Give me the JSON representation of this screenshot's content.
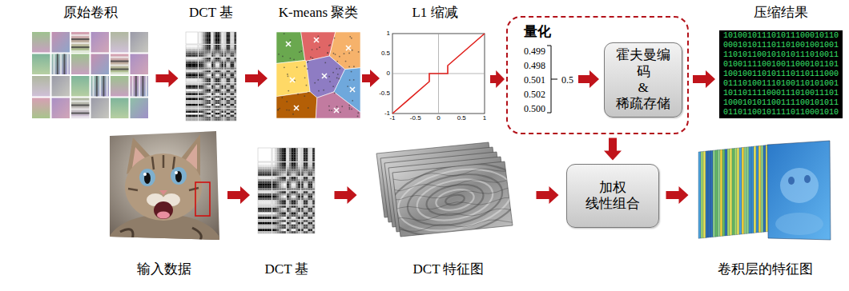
{
  "diagram": {
    "nodes": [
      {
        "text": [
          "原始卷积"
        ]
      },
      {
        "text": [
          "DCT 基"
        ]
      },
      {
        "text": [
          "K-means 聚类"
        ]
      },
      {
        "text": [
          "L1 缩减"
        ]
      },
      {
        "text": [
          "量化",
          "0.499",
          "0.498",
          "0.501",
          "0.502",
          "0.500",
          "0.5"
        ]
      },
      {
        "text": [
          "霍夫曼编码 & 稀疏存储"
        ],
        "in": 4
      },
      {
        "text": [
          "压缩结果"
        ]
      },
      {
        "text": [
          "输入数据"
        ]
      },
      {
        "text": [
          "DCT 基"
        ]
      },
      {
        "text": [
          "DCT 特征图"
        ]
      },
      {
        "text": [
          "加权 线性组合"
        ]
      },
      {
        "text": [
          "卷积层的特征图"
        ]
      }
    ],
    "edges": [
      {
        "from": 0,
        "to": 1,
        "arrow": "to"
      },
      {
        "from": 1,
        "to": 2,
        "arrow": "to"
      },
      {
        "from": 2,
        "to": 3,
        "arrow": "to"
      },
      {
        "from": 3,
        "to": 4,
        "arrow": "to"
      },
      {
        "from": 4,
        "to": 6,
        "arrow": "to"
      },
      {
        "from": 4,
        "to": 10,
        "arrow": "to"
      },
      {
        "from": 7,
        "to": 8,
        "arrow": "to"
      },
      {
        "from": 8,
        "to": 9,
        "arrow": "to"
      },
      {
        "from": 9,
        "to": 10,
        "arrow": "to"
      },
      {
        "from": 10,
        "to": 11,
        "arrow": "to"
      }
    ],
    "labels": [
      "1",
      "0.5",
      "0",
      "-0.5",
      "-1",
      "-1",
      "-0.5",
      "0",
      "0.5",
      "1",
      "101001011101011100010110",
      "000101011101101001001001",
      "110101100101010111010011",
      "010011110010011000101101",
      "100100110101110110111000",
      "011101001110100110101001",
      "101101111000111010011101",
      "100010101100111100101011",
      "011011001011110110001010"
    ]
  }
}
